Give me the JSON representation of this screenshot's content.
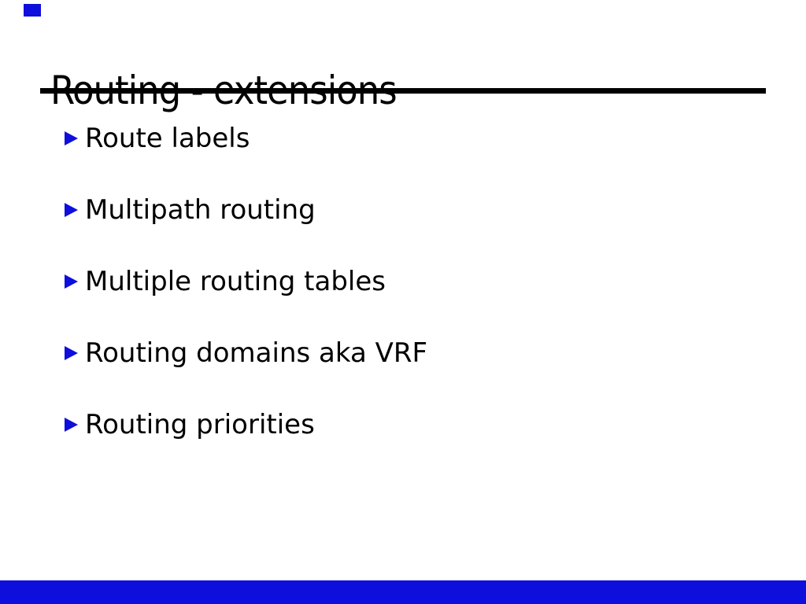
{
  "slide": {
    "title": "Routing - extensions",
    "bullets": [
      {
        "label": "Route labels"
      },
      {
        "label": "Multipath routing"
      },
      {
        "label": "Multiple routing tables"
      },
      {
        "label": "Routing domains aka VRF"
      },
      {
        "label": "Routing priorities"
      }
    ],
    "colors": {
      "accent_blue": "#0e0edd",
      "text": "#000000",
      "rule": "#000000",
      "background": "#ffffff"
    }
  }
}
